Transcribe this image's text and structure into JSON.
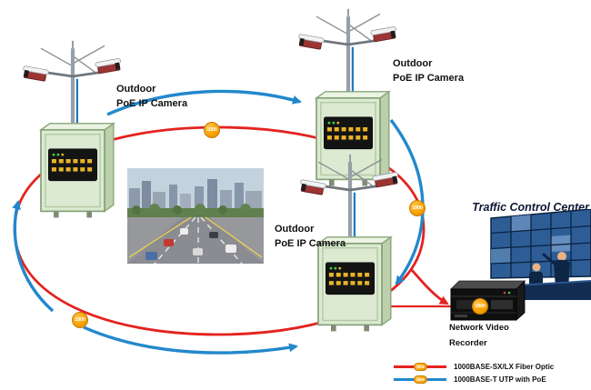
{
  "stations": [
    {
      "line1": "Outdoor",
      "line2": "PoE IP Camera"
    },
    {
      "line1": "Outdoor",
      "line2": "PoE IP Camera"
    },
    {
      "line1": "Outdoor",
      "line2": "PoE IP Camera"
    }
  ],
  "control_center": {
    "title": "Traffic Control Center"
  },
  "nvr": {
    "line1": "Network Video",
    "line2": "Recorder"
  },
  "badge_label": "1000",
  "legend": {
    "items": [
      {
        "badge": "1000",
        "label": "1000BASE-SX/LX Fiber Optic"
      },
      {
        "badge": "1000",
        "label": "1000BASE-T UTP with PoE"
      }
    ]
  },
  "colors": {
    "fiber_optic": "#e42320",
    "utp_poe": "#2288cc",
    "badge_orange": "#f7a400"
  }
}
